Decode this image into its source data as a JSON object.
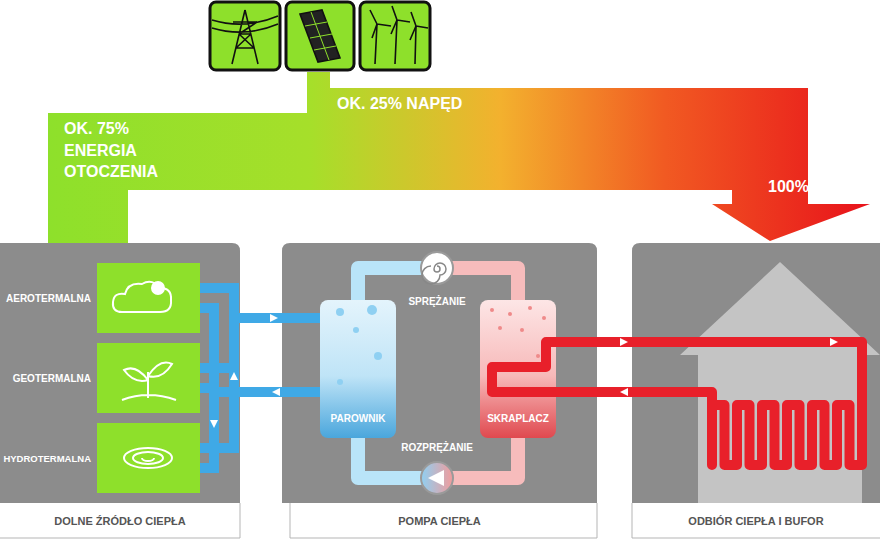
{
  "diagram": {
    "nodes": [
      {
        "text": [
          "DOLNE ŹRÓDŁO CIEPŁA"
        ]
      },
      {
        "text": [
          "AEROTERMALNA"
        ],
        "in": 0
      },
      {
        "text": [
          "GEOTERMALNA"
        ],
        "in": 0
      },
      {
        "text": [
          "HYDROTERMALNA"
        ],
        "in": 0
      },
      {
        "text": [
          "POMPA CIEPŁA"
        ]
      },
      {
        "text": [
          "PAROWNIK"
        ],
        "in": 4
      },
      {
        "text": [
          "SKRAPLACZ"
        ],
        "in": 4
      },
      {
        "text": [
          "ODBIÓR CIEPŁA I BUFOR"
        ]
      }
    ],
    "edges": [
      {
        "from": 0,
        "to": 7,
        "arrow": "to"
      }
    ],
    "labels": [
      "OK. 75% ENERGIA OTOCZENIA",
      "OK. 25% NAPĘD",
      "100%",
      "SPRĘŻANIE",
      "ROZPRĘŻANIE"
    ]
  }
}
